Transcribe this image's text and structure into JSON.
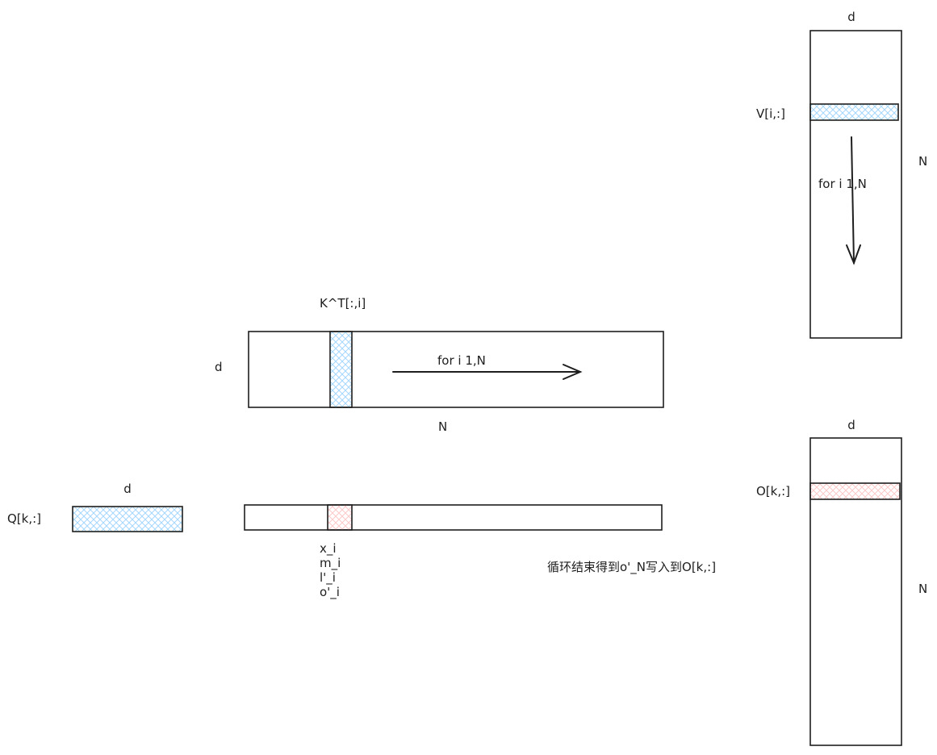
{
  "v_matrix": {
    "width_label": "d",
    "height_label": "N",
    "row_label": "V[i,:]",
    "loop_label": "for i 1,N"
  },
  "k_matrix": {
    "height_label": "d",
    "width_label": "N",
    "col_label": "K^T[:,i]",
    "loop_label": "for i 1,N"
  },
  "q_vector": {
    "width_label": "d",
    "label": "Q[k,:]"
  },
  "score_vector": {
    "annotations": [
      "x_i",
      "m_i",
      "l'_i",
      "o'_i"
    ]
  },
  "result_note": "循环结束得到o'_N写入到O[k,:]",
  "o_matrix": {
    "width_label": "d",
    "height_label": "N",
    "row_label": "O[k,:]"
  },
  "colors": {
    "blue_hatch": "#a5d8ff",
    "red_hatch": "#ffc9c9",
    "stroke": "#1e1e1e"
  }
}
